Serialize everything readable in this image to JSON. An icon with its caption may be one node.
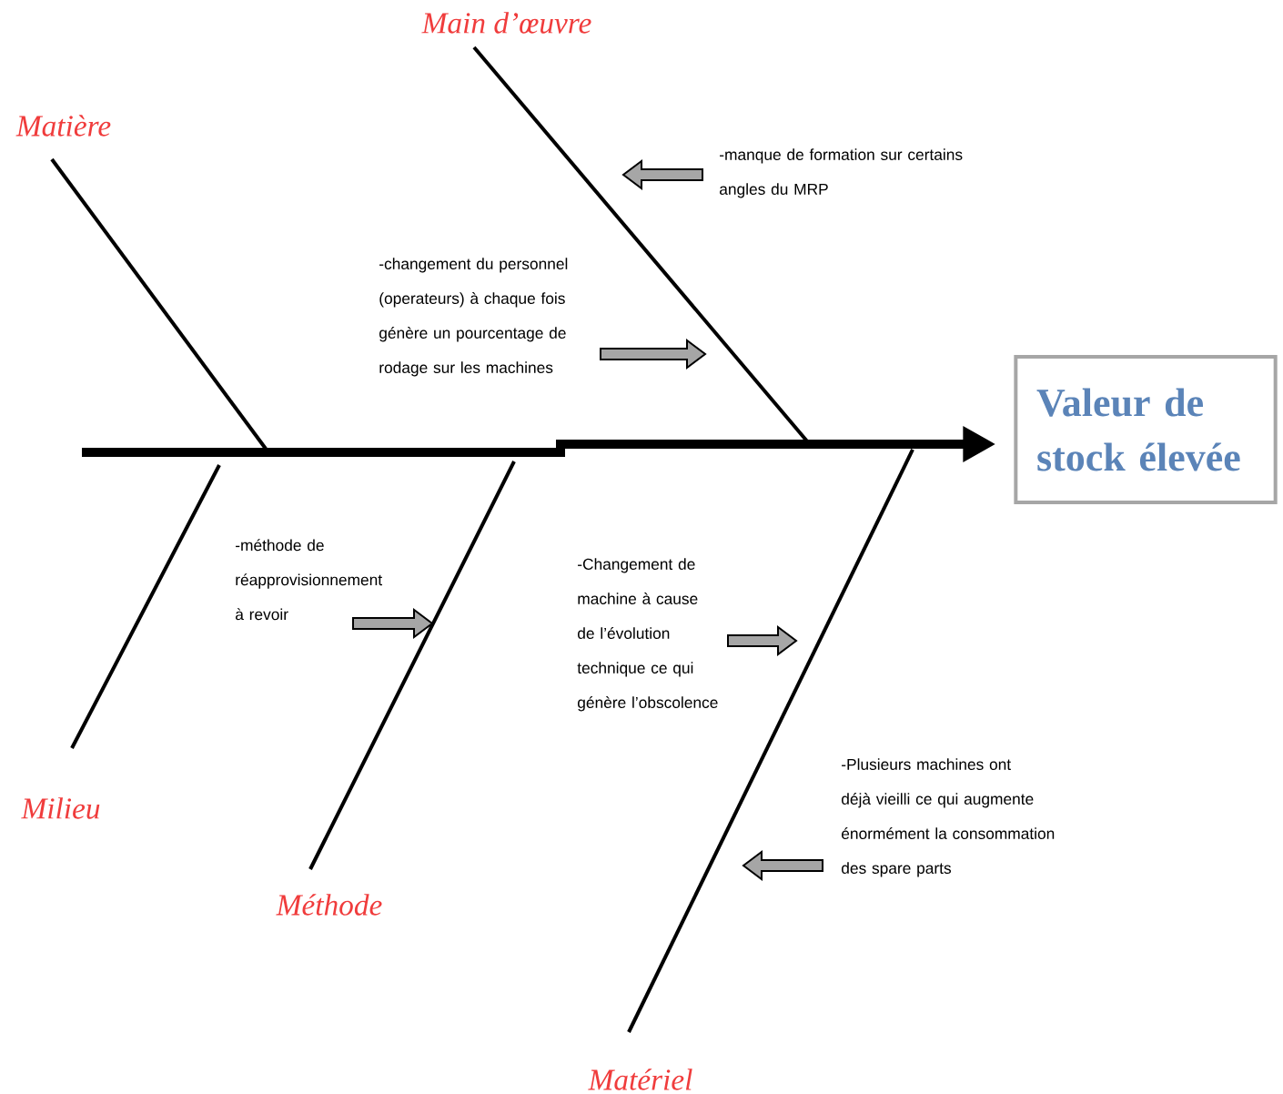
{
  "diagram": {
    "nodes": [
      {
        "text": [
          "Main d’œuvre"
        ]
      },
      {
        "text": [
          "Matière"
        ]
      },
      {
        "text": [
          "Milieu"
        ]
      },
      {
        "text": [
          "Méthode"
        ]
      },
      {
        "text": [
          "Matériel"
        ]
      },
      {
        "text": [
          "Valeur de stock élevée"
        ]
      },
      {
        "text": [
          "-manque de formation sur certains angles du MRP"
        ]
      },
      {
        "text": [
          "-changement du personnel (operateurs) à chaque fois génère un pourcentage de rodage sur les machines"
        ]
      },
      {
        "text": [
          "-méthode de réapprovisionnement à revoir"
        ]
      },
      {
        "text": [
          "-Changement de machine à cause de l’évolution technique ce qui génère l’obscolence"
        ]
      },
      {
        "text": [
          "-Plusieurs machines ont déjà vieilli ce qui augmente énormément la consommation des spare parts"
        ]
      }
    ],
    "edges": [
      {
        "from": null,
        "to": 5,
        "arrow": "to",
        "style": "thick"
      },
      {
        "from": 0,
        "to": null,
        "arrow": "none"
      },
      {
        "from": 1,
        "to": null,
        "arrow": "none"
      },
      {
        "from": 2,
        "to": null,
        "arrow": "none"
      },
      {
        "from": 3,
        "to": null,
        "arrow": "none"
      },
      {
        "from": 4,
        "to": null,
        "arrow": "none"
      },
      {
        "from": 6,
        "to": null,
        "arrow": "to",
        "color": "#a6a6a6"
      },
      {
        "from": 7,
        "to": null,
        "arrow": "to",
        "color": "#a6a6a6"
      },
      {
        "from": 8,
        "to": null,
        "arrow": "to",
        "color": "#a6a6a6"
      },
      {
        "from": 9,
        "to": null,
        "arrow": "to",
        "color": "#a6a6a6"
      },
      {
        "from": 10,
        "to": null,
        "arrow": "to",
        "color": "#a6a6a6"
      }
    ]
  }
}
